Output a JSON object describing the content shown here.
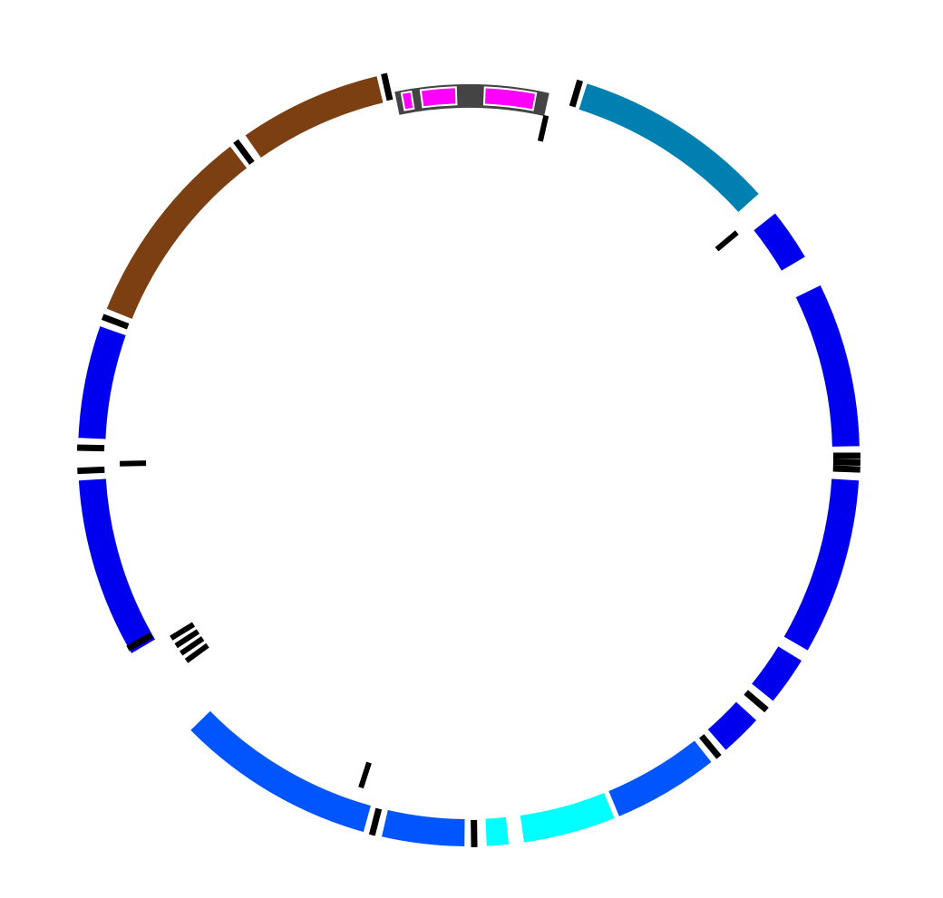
{
  "palette": {
    "background": "#ffffff",
    "blue": "#0000ee",
    "mid_blue": "#0055ff",
    "cyan": "#00ffff",
    "teal": "#0080b0",
    "brown": "#7b3f12",
    "dark_gray": "#444444",
    "magenta": "#ff00ff",
    "marker": "#000000"
  },
  "ring_segments": [
    {
      "id": "teal-arc",
      "color": "teal",
      "start": 17.5,
      "end": 48.0
    },
    {
      "id": "blue-arc-1",
      "color": "blue",
      "start": 51.5,
      "end": 59.5
    },
    {
      "id": "blue-arc-2",
      "color": "blue",
      "start": 64.0,
      "end": 88.7
    },
    {
      "id": "blue-arc-3",
      "color": "blue",
      "start": 93.5,
      "end": 120.0
    },
    {
      "id": "blue-arc-4",
      "color": "blue",
      "start": 121.5,
      "end": 129.0
    },
    {
      "id": "blue-arc-5",
      "color": "blue",
      "start": 132.5,
      "end": 139.0
    },
    {
      "id": "mid-blue-arc-1",
      "color": "mid_blue",
      "start": 141.5,
      "end": 157.5
    },
    {
      "id": "cyan-arc-1",
      "color": "cyan",
      "start": 158.0,
      "end": 172.0
    },
    {
      "id": "cyan-arc-2",
      "color": "cyan",
      "start": 174.0,
      "end": 177.5
    },
    {
      "id": "mid-blue-arc-2",
      "color": "mid_blue",
      "start": 180.5,
      "end": 193.0
    },
    {
      "id": "mid-blue-arc-3",
      "color": "mid_blue",
      "start": 195.5,
      "end": 225.5
    },
    {
      "id": "blue-arc-6",
      "color": "blue",
      "start": 239.5,
      "end": 266.5
    },
    {
      "id": "blue-arc-7",
      "color": "blue",
      "start": 272.5,
      "end": 289.5
    },
    {
      "id": "brown-arc-1",
      "color": "brown",
      "start": 292.0,
      "end": 322.5
    },
    {
      "id": "brown-arc-2",
      "color": "brown",
      "start": 325.0,
      "end": 346.5
    }
  ],
  "inner_band": {
    "id": "gray-band",
    "color": "dark_gray",
    "start": 348.5,
    "end": 12.5
  },
  "inner_features": [
    {
      "id": "magenta-box-1",
      "color": "magenta",
      "start": 349.5,
      "end": 351.0
    },
    {
      "id": "magenta-box-2",
      "color": "magenta",
      "start": 352.5,
      "end": 358.0
    },
    {
      "id": "magenta-box-3",
      "color": "magenta",
      "start": 2.5,
      "end": 10.5
    }
  ],
  "outer_markers": [
    {
      "id": "marker-a",
      "angle": 347.5
    },
    {
      "id": "marker-b",
      "angle": 16.5
    },
    {
      "id": "marker-c",
      "angle": 323.5
    },
    {
      "id": "marker-d",
      "angle": 290.8
    },
    {
      "id": "marker-e",
      "angle": 267.8
    },
    {
      "id": "marker-f",
      "angle": 271.2
    },
    {
      "id": "marker-g",
      "angle": 240.5
    },
    {
      "id": "marker-h",
      "angle": 90.0
    },
    {
      "id": "marker-i",
      "angle": 91.0
    },
    {
      "id": "marker-j",
      "angle": 92.0
    },
    {
      "id": "marker-k",
      "angle": 130.5
    },
    {
      "id": "marker-l",
      "angle": 140.3
    },
    {
      "id": "marker-m",
      "angle": 179.2
    },
    {
      "id": "marker-n",
      "angle": 194.3
    }
  ],
  "inner_markers": [
    {
      "id": "inner-marker-1",
      "angle": 12.8
    },
    {
      "id": "inner-marker-2",
      "angle": 50.2
    },
    {
      "id": "inner-marker-3",
      "angle": 268.7
    },
    {
      "id": "inner-marker-4",
      "angle": 234.0
    },
    {
      "id": "inner-marker-5",
      "angle": 235.5
    },
    {
      "id": "inner-marker-6",
      "angle": 237.0
    },
    {
      "id": "inner-marker-7",
      "angle": 238.5
    },
    {
      "id": "inner-marker-8",
      "angle": 198.0
    }
  ]
}
